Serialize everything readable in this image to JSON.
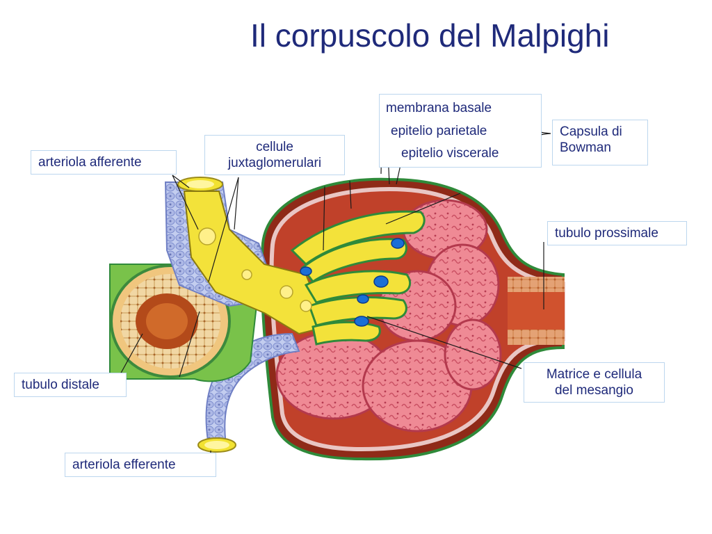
{
  "title": "Il corpuscolo del Malpighi",
  "labels": {
    "arteriola_afferente": "arteriola afferente",
    "cellule_juxta_line1": "cellule",
    "cellule_juxta_line2": "juxtaglomerulari",
    "membrana_basale": "membrana basale",
    "epitelio_parietale": "epitelio parietale",
    "epitelio_viscerale": "epitelio viscerale",
    "capsula_line1": "Capsula di",
    "capsula_line2": "Bowman",
    "tubulo_prossimale": "tubulo prossimale",
    "tubulo_distale": "tubulo distale",
    "matrice_line1": "Matrice e cellula",
    "matrice_line2": "del mesangio",
    "arteriola_efferente": "arteriola efferente"
  },
  "colors": {
    "title": "#1f2a7a",
    "label_border": "#bcd6ee",
    "capsule_outer": "#2f8a3a",
    "capsule_fill": "#b8321e",
    "glomerulus": "#e97a86",
    "arteriole": "#f2e232",
    "cuff": "#aeb9e6",
    "mesangium": "#1a6fd6"
  }
}
